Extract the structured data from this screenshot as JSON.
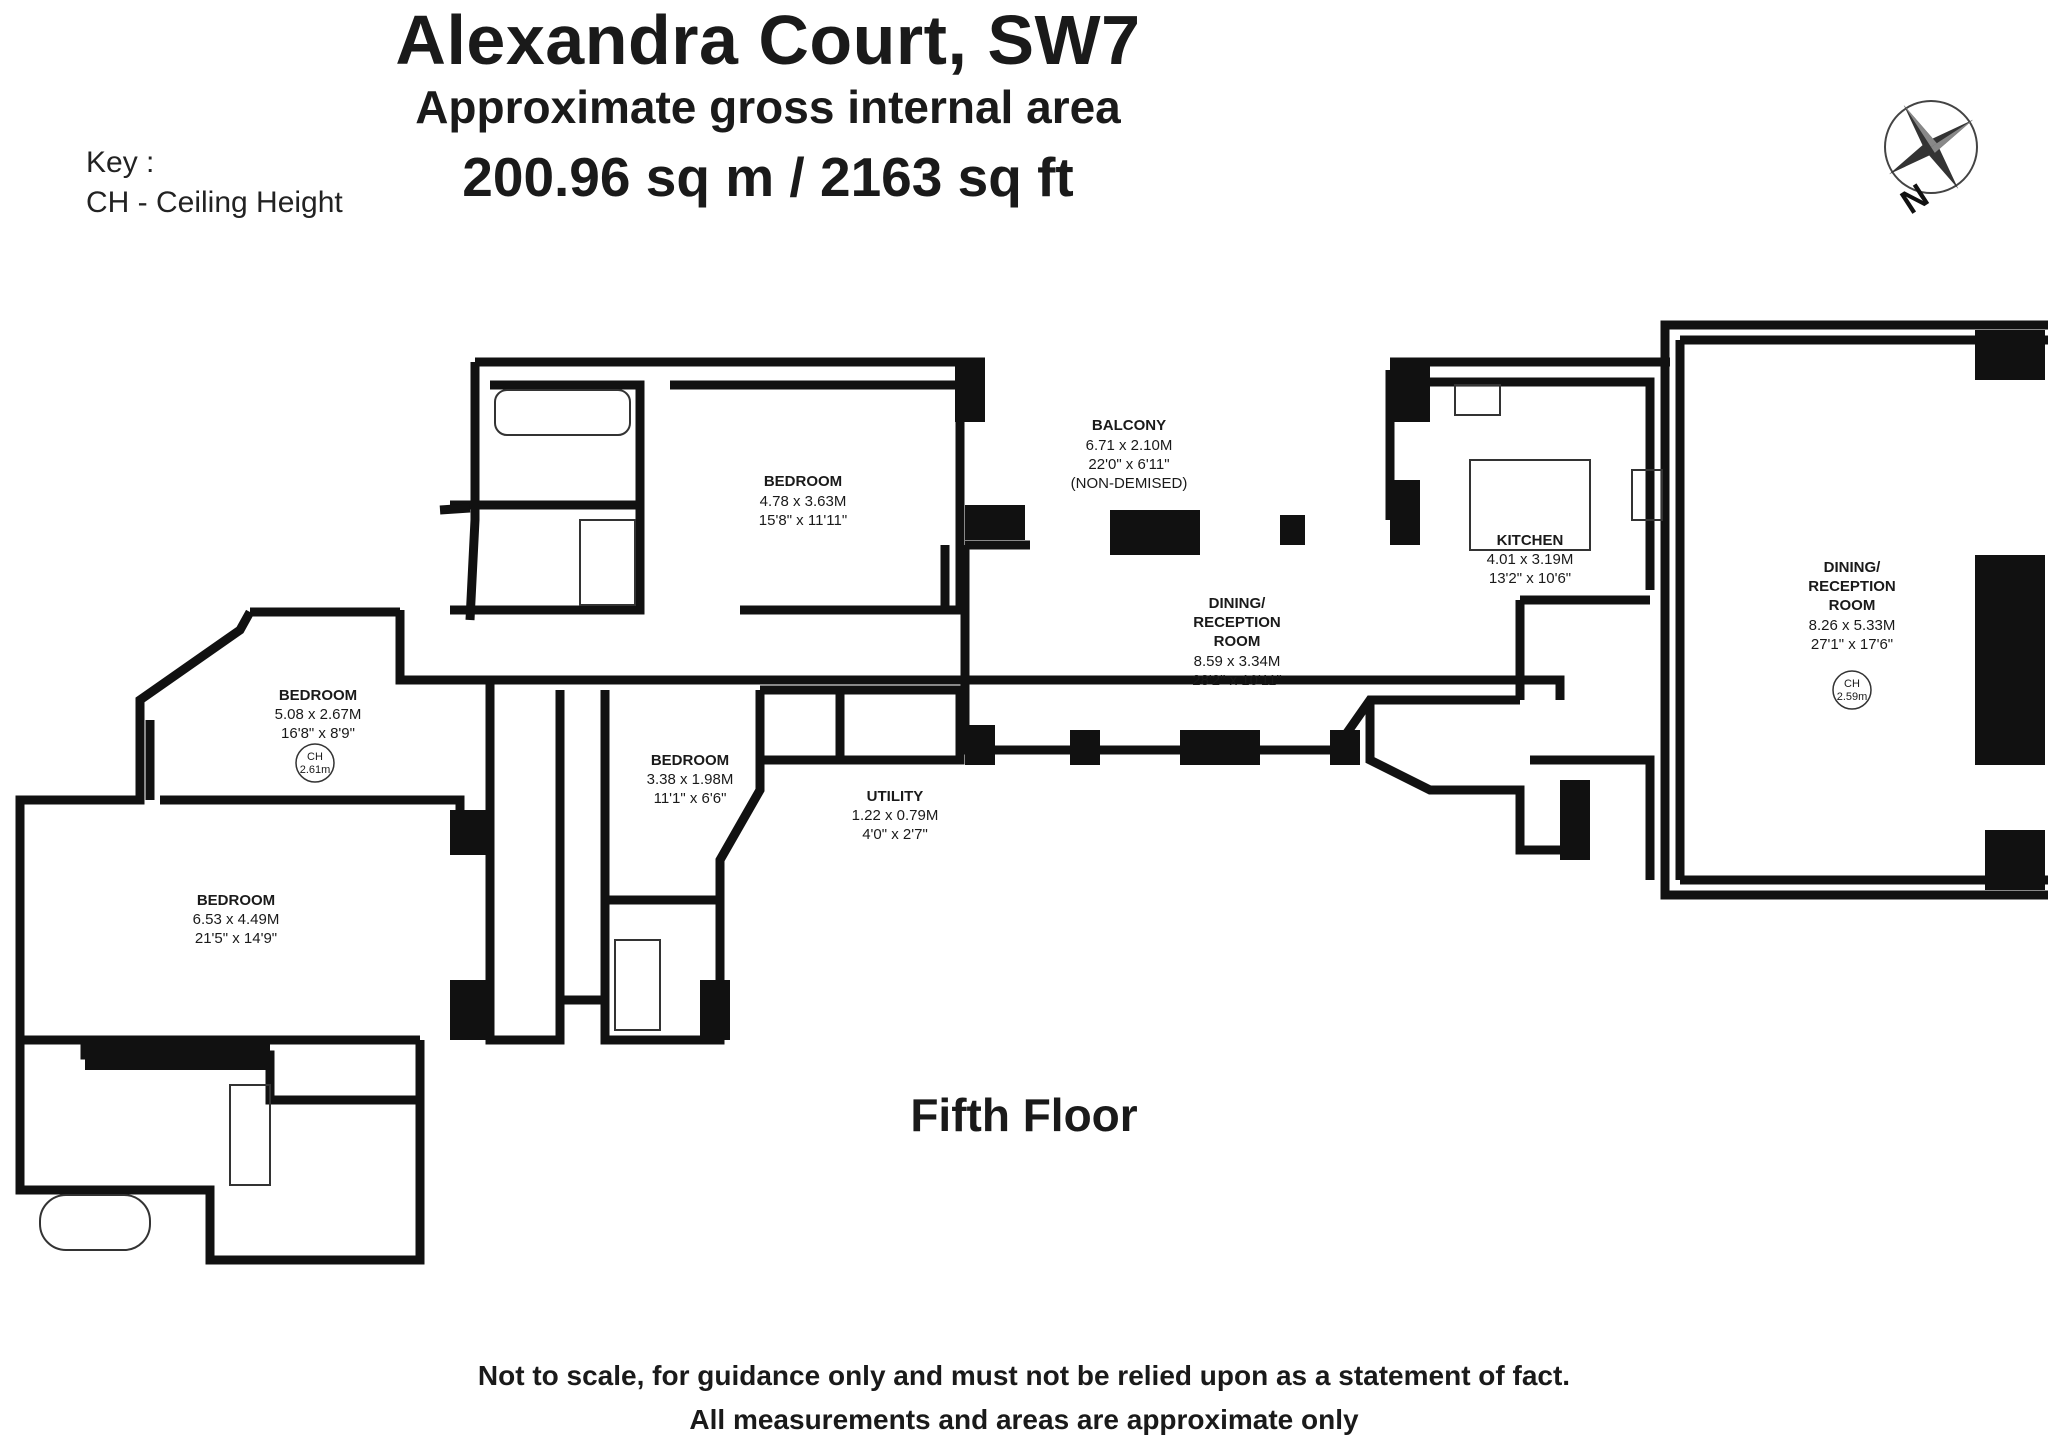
{
  "header": {
    "title": "Alexandra Court, SW7",
    "subtitle": "Approximate gross internal area",
    "area": "200.96 sq m /  2163 sq ft"
  },
  "key": {
    "heading": "Key :",
    "entry": "CH - Ceiling Height"
  },
  "compass": {
    "north_label": "N"
  },
  "rooms": [
    {
      "name": "BALCONY",
      "dim_m": "6.71 x 2.10M",
      "dim_ft": "22'0\" x 6'11\"",
      "note": "(NON-DEMISED)"
    },
    {
      "name": "BEDROOM",
      "dim_m": "4.78 x 3.63M",
      "dim_ft": "15'8\" x 11'11\""
    },
    {
      "name": "KITCHEN",
      "dim_m": "4.01 x 3.19M",
      "dim_ft": "13'2\" x 10'6\""
    },
    {
      "name": "DINING/",
      "name2": "RECEPTION",
      "name3": "ROOM",
      "dim_m": "8.59 x 3.34M",
      "dim_ft": "28'2\" x 10'11\""
    },
    {
      "name": "DINING/",
      "name2": "RECEPTION",
      "name3": "ROOM",
      "dim_m": "8.26 x 5.33M",
      "dim_ft": "27'1\" x 17'6\"",
      "ch": "2.59m"
    },
    {
      "name": "BEDROOM",
      "dim_m": "5.08 x 2.67M",
      "dim_ft": "16'8\" x 8'9\"",
      "ch": "2.61m"
    },
    {
      "name": "BEDROOM",
      "dim_m": "3.38 x 1.98M",
      "dim_ft": "11'1\" x 6'6\""
    },
    {
      "name": "UTILITY",
      "dim_m": "1.22 x 0.79M",
      "dim_ft": "4'0\" x 2'7\""
    },
    {
      "name": "BEDROOM",
      "dim_m": "6.53 x 4.49M",
      "dim_ft": "21'5\" x 14'9\""
    }
  ],
  "ch_label": "CH",
  "floor_label": "Fifth Floor",
  "footer": {
    "line1": "Not to scale, for guidance only and must not be relied upon as a statement of fact.",
    "line2": "All measurements and areas are approximate only"
  }
}
